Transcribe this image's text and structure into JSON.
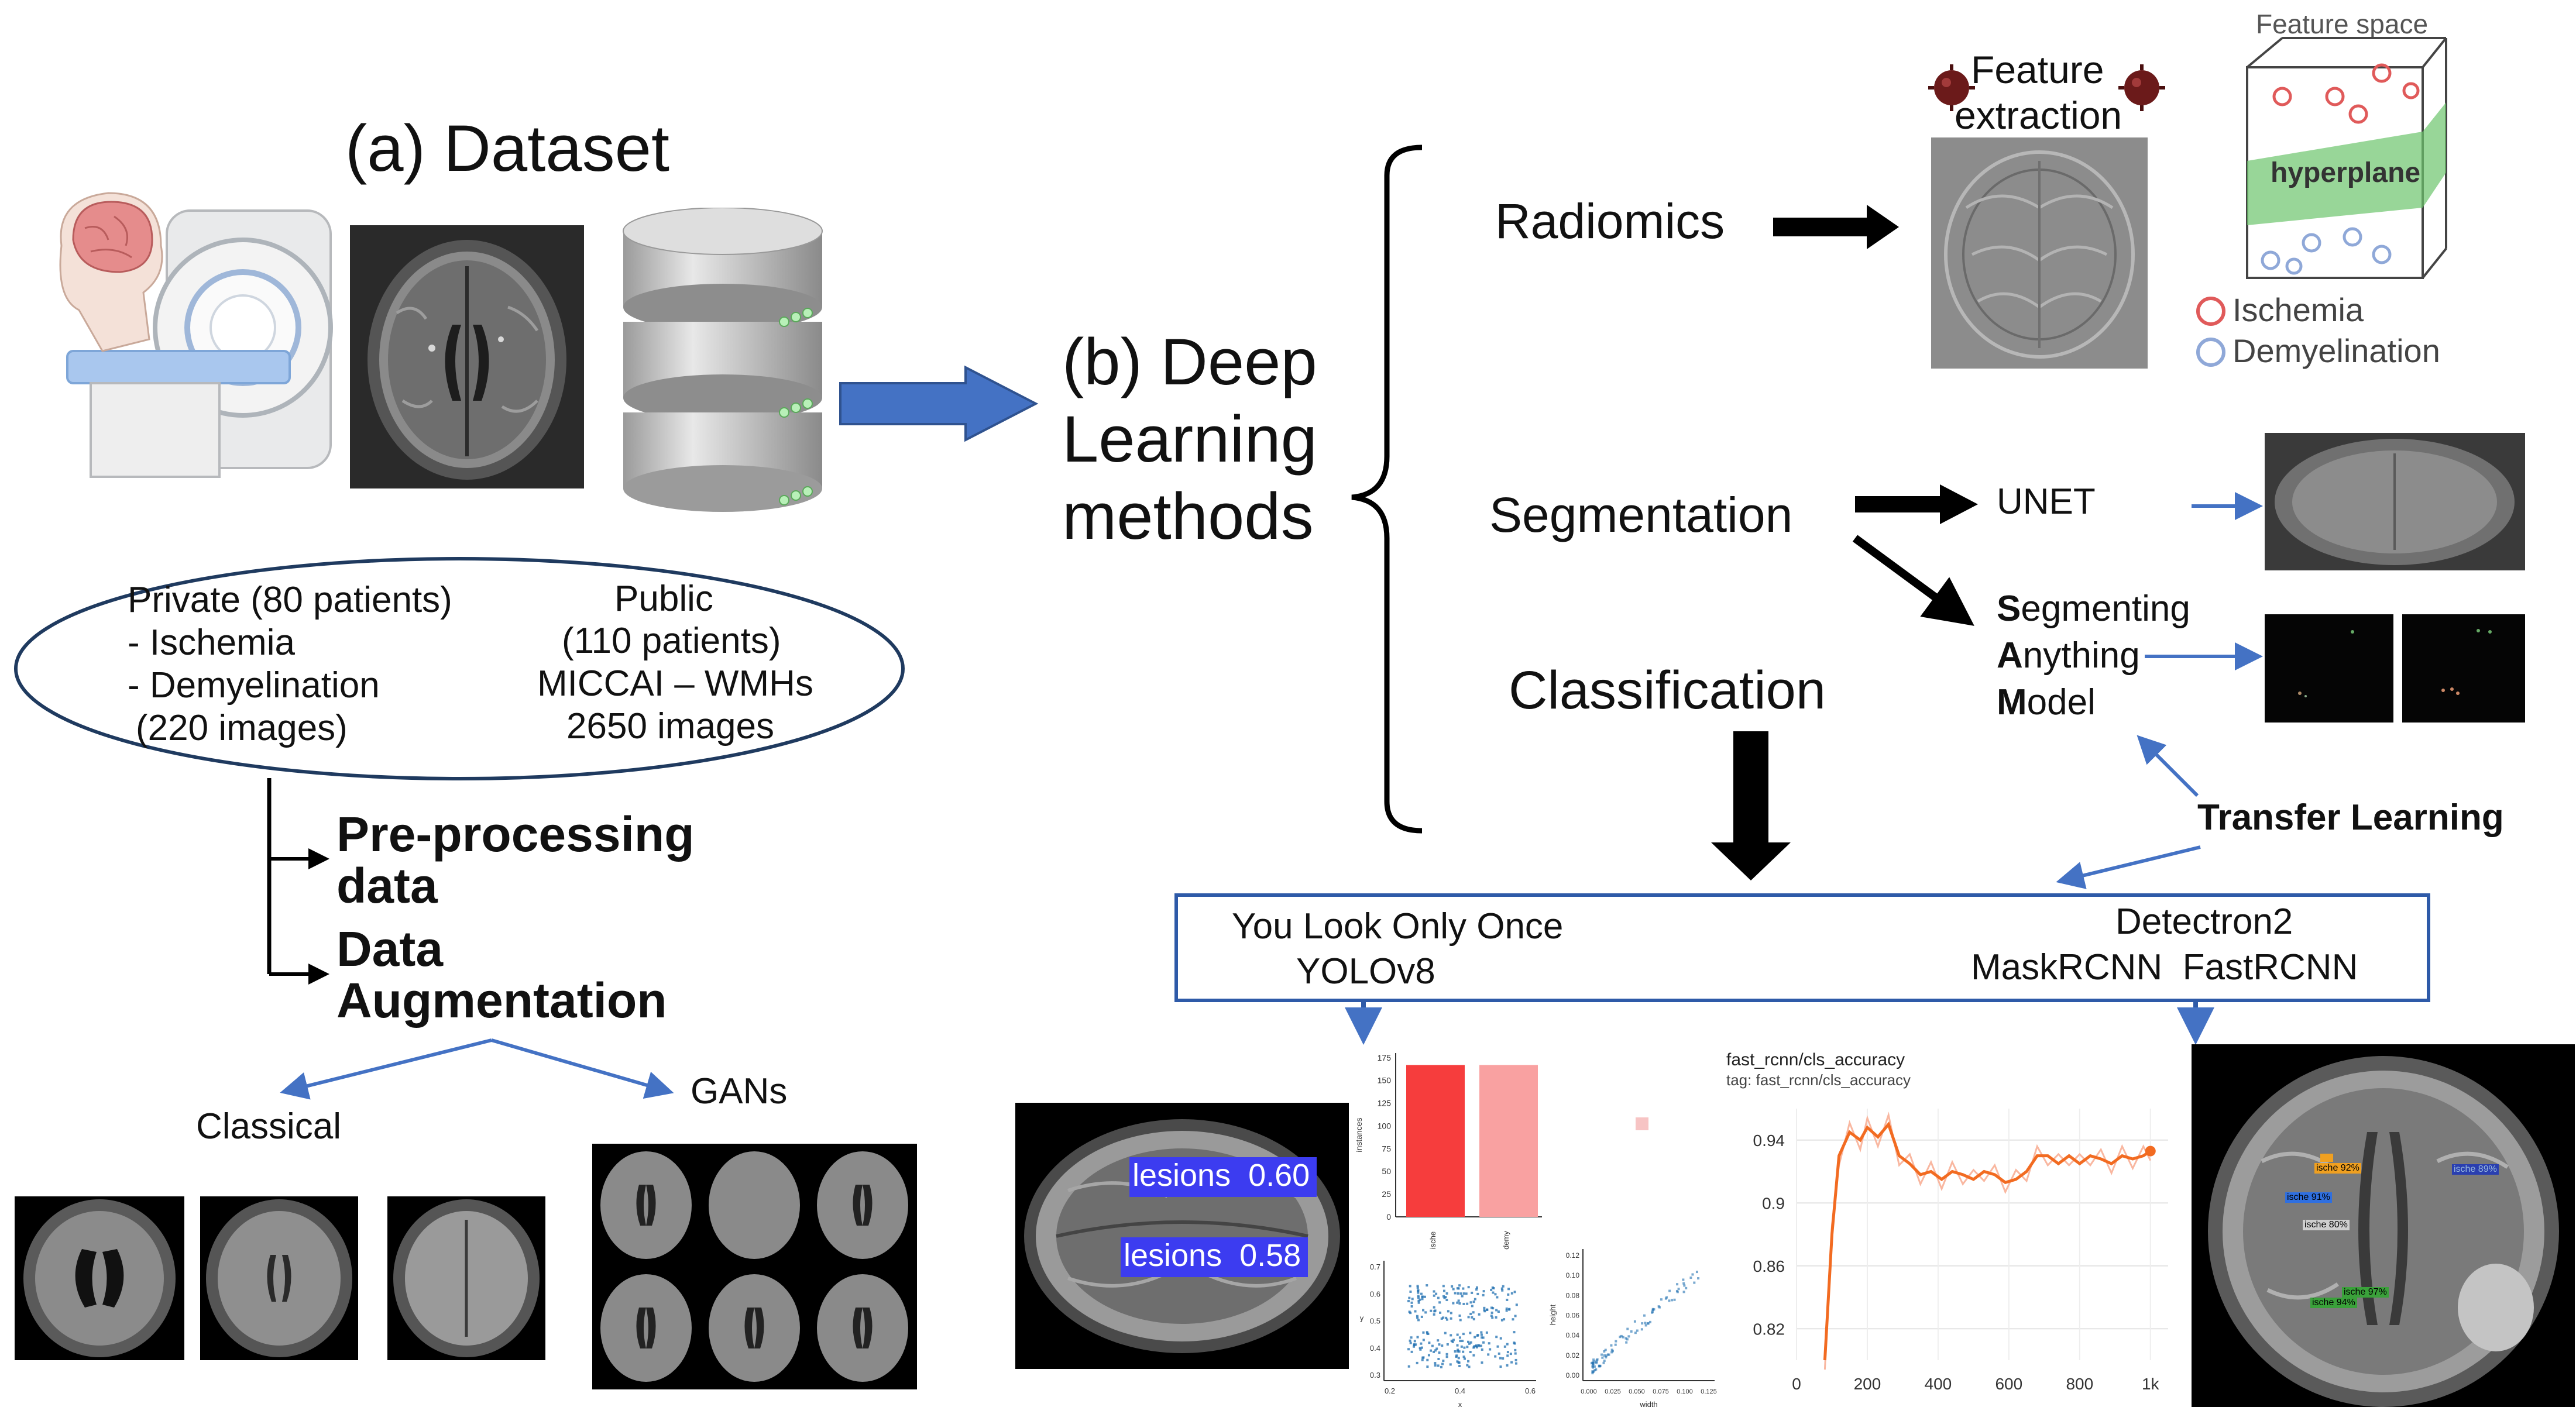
{
  "dataset": {
    "title": "(a) Dataset",
    "private": {
      "line1": "Private (80 patients)",
      "line2": "- Ischemia",
      "line3": "- Demyelination",
      "line4": "(220 images)"
    },
    "public": {
      "line1": "Public",
      "line2": "(110 patients)",
      "line3": "MICCAI – WMHs",
      "line4": "2650 images"
    },
    "steps": [
      "Pre-processing",
      "data",
      "Data",
      "Augmentation"
    ],
    "aug_classical": "Classical",
    "aug_gans": "GANs"
  },
  "deep_learning": {
    "line1": "(b) Deep",
    "line2": "Learning",
    "line3": "methods"
  },
  "methods": {
    "radiomics": "Radiomics",
    "feature_extraction": [
      "Feature",
      "extraction"
    ],
    "feature_space": {
      "title": "Feature space",
      "hyperplane": "hyperplane",
      "legend_ischemia": "Ischemia",
      "legend_demyelination": "Demyelination"
    },
    "segmentation": "Segmentation",
    "unet": "UNET",
    "sam": {
      "s_bold": "S",
      "s_rest": "egmenting",
      "a_bold": "A",
      "a_rest": "nything",
      "m_bold": "M",
      "m_rest": "odel"
    },
    "classification": "Classification",
    "transfer_learning": "Transfer Learning"
  },
  "models_box": {
    "yolo_line1": "You Look Only Once",
    "yolo_line2": "YOLOv8",
    "detectron_line1": "Detectron2",
    "detectron_line2": "MaskRCNN  FastRCNN"
  },
  "yolo_result": {
    "det1": "lesions  0.60",
    "det2": "lesions  0.58"
  },
  "detectron_result": {
    "labels": [
      "ische 92%",
      "ische 91%",
      "ische 89%",
      "ische 80%",
      "ische 97%",
      "ische 94%"
    ]
  },
  "colors": {
    "arrow_blue": "#4472c4",
    "box_blue": "#2e5aa8",
    "ischemia_red": "#e05a5a",
    "demyelination_blue": "#8fa8d8",
    "hyperplane_green": "#6cc46c",
    "bar_red": "#f63d3d",
    "bar_pink": "#f9a1a1",
    "scatter_blue": "#1f6fb0",
    "line_orange": "#f26b21"
  },
  "chart_data": [
    {
      "type": "bar",
      "categories": [
        "ische",
        "demy"
      ],
      "values": [
        180,
        180
      ],
      "ylabel": "instances",
      "yticks": [
        "0",
        "25",
        "50",
        "75",
        "100",
        "125",
        "150",
        "175"
      ]
    },
    {
      "type": "scatter",
      "xlabel": "x",
      "ylabel": "y",
      "xticks": [
        "0.2",
        "0.4",
        "0.6"
      ],
      "yticks": [
        "0.3",
        "0.4",
        "0.5",
        "0.6",
        "0.7"
      ]
    },
    {
      "type": "scatter",
      "xlabel": "width",
      "ylabel": "height",
      "xticks": [
        "0.000",
        "0.025",
        "0.050",
        "0.075",
        "0.100",
        "0.125"
      ],
      "yticks": [
        "0.00",
        "0.02",
        "0.04",
        "0.06",
        "0.08",
        "0.10",
        "0.12"
      ]
    },
    {
      "type": "line",
      "title": "fast_rcnn/cls_accuracy",
      "subtitle": "tag: fast_rcnn/cls_accuracy",
      "xticks": [
        "0",
        "200",
        "400",
        "600",
        "800",
        "1k"
      ],
      "yticks": [
        "0.94",
        "0.9",
        "0.86",
        "0.82"
      ],
      "ylim": [
        0.8,
        0.96
      ],
      "xlim": [
        0,
        1050
      ],
      "x": [
        80,
        100,
        120,
        150,
        180,
        200,
        230,
        260,
        290,
        320,
        350,
        380,
        410,
        440,
        470,
        500,
        530,
        560,
        590,
        620,
        650,
        680,
        710,
        740,
        770,
        800,
        830,
        860,
        890,
        920,
        950,
        980,
        1000
      ],
      "y": [
        0.8,
        0.88,
        0.93,
        0.945,
        0.94,
        0.948,
        0.942,
        0.95,
        0.93,
        0.925,
        0.918,
        0.92,
        0.915,
        0.92,
        0.918,
        0.915,
        0.92,
        0.918,
        0.913,
        0.915,
        0.92,
        0.93,
        0.93,
        0.925,
        0.93,
        0.925,
        0.93,
        0.928,
        0.925,
        0.93,
        0.928,
        0.93,
        0.933
      ]
    }
  ]
}
